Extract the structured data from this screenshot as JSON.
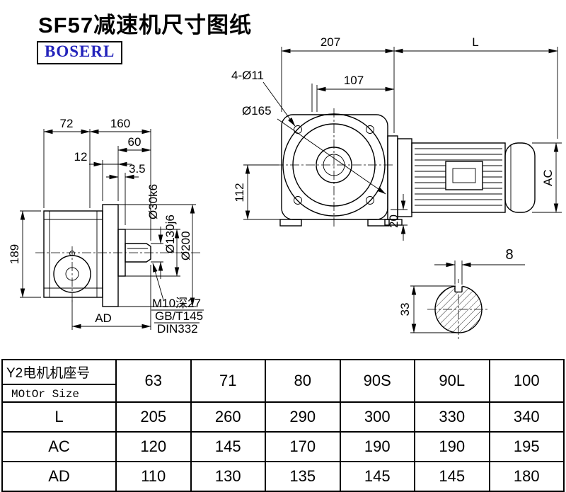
{
  "page": {
    "title": "SF57减速机尺寸图纸",
    "logo": "BOSERL"
  },
  "colors": {
    "logo_text": "#2323bb",
    "drawing_line": "#000000",
    "background": "#ffffff"
  },
  "drawing": {
    "dims": {
      "d207": "207",
      "dL": "L",
      "d4d11": "4-Ø11",
      "d107": "107",
      "d165": "Ø165",
      "d72": "72",
      "d160": "160",
      "d60": "60",
      "d12": "12",
      "d35": "3.5",
      "d112": "112",
      "d189": "189",
      "d20": "20",
      "dAC": "AC",
      "d30k6": "Ø30k6",
      "d130j6": "Ø130j6",
      "d200": "Ø200",
      "d8": "8",
      "d33": "33",
      "dAD": "AD",
      "note_m10": "M10深27",
      "note_gb": "GB/T145",
      "note_din": "DIN332"
    }
  },
  "table": {
    "row_header_cn": "Y2电机机座号",
    "row_header_en": "MOtOr Size",
    "sizes": [
      "63",
      "71",
      "80",
      "90S",
      "90L",
      "100"
    ],
    "rows": [
      {
        "label": "L",
        "values": [
          "205",
          "260",
          "290",
          "300",
          "330",
          "340"
        ]
      },
      {
        "label": "AC",
        "values": [
          "120",
          "145",
          "170",
          "190",
          "190",
          "195"
        ]
      },
      {
        "label": "AD",
        "values": [
          "110",
          "130",
          "135",
          "145",
          "145",
          "180"
        ]
      }
    ]
  }
}
